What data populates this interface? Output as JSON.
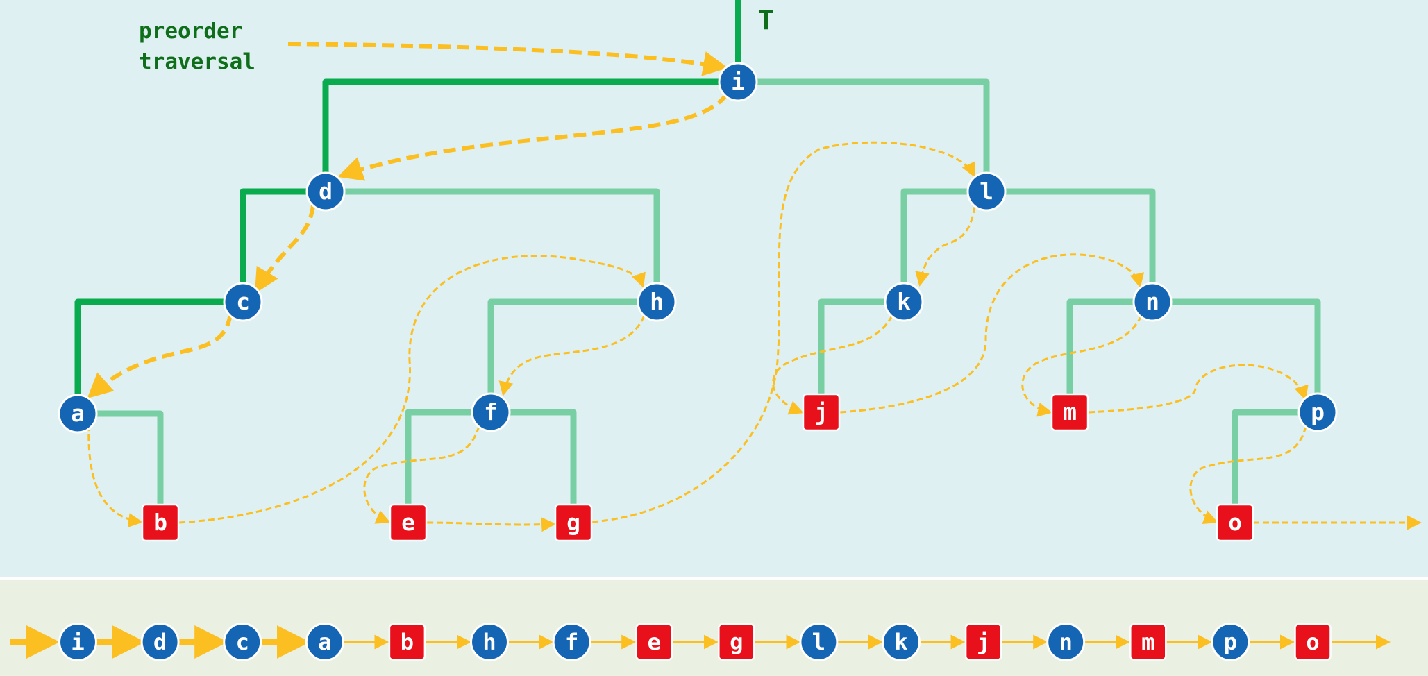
{
  "root_label": "T",
  "annotation": "preorder\ntraversal",
  "colors": {
    "background": "#dff0f2",
    "sequence_bg": "#eaf1e3",
    "internal_node": "#1565b5",
    "leaf_node": "#e8101a",
    "active_edge": "#0aab4e",
    "tree_edge": "#78cfa4",
    "traversal_arrow": "#fbbf22",
    "label_text": "#0f6e1a"
  },
  "nodes": [
    {
      "id": "i",
      "label": "i",
      "kind": "internal"
    },
    {
      "id": "d",
      "label": "d",
      "kind": "internal"
    },
    {
      "id": "l",
      "label": "l",
      "kind": "internal"
    },
    {
      "id": "c",
      "label": "c",
      "kind": "internal"
    },
    {
      "id": "h",
      "label": "h",
      "kind": "internal"
    },
    {
      "id": "k",
      "label": "k",
      "kind": "internal"
    },
    {
      "id": "n",
      "label": "n",
      "kind": "internal"
    },
    {
      "id": "a",
      "label": "a",
      "kind": "internal"
    },
    {
      "id": "f",
      "label": "f",
      "kind": "internal"
    },
    {
      "id": "p",
      "label": "p",
      "kind": "internal"
    },
    {
      "id": "b",
      "label": "b",
      "kind": "leaf"
    },
    {
      "id": "e",
      "label": "e",
      "kind": "leaf"
    },
    {
      "id": "g",
      "label": "g",
      "kind": "leaf"
    },
    {
      "id": "j",
      "label": "j",
      "kind": "leaf"
    },
    {
      "id": "m",
      "label": "m",
      "kind": "leaf"
    },
    {
      "id": "o",
      "label": "o",
      "kind": "leaf"
    }
  ],
  "edges": [
    {
      "parent": "i",
      "child": "d",
      "active": true
    },
    {
      "parent": "i",
      "child": "l",
      "active": false
    },
    {
      "parent": "d",
      "child": "c",
      "active": true
    },
    {
      "parent": "d",
      "child": "h",
      "active": false
    },
    {
      "parent": "c",
      "child": "a",
      "active": true
    },
    {
      "parent": "a",
      "child": "b",
      "active": false
    },
    {
      "parent": "h",
      "child": "f",
      "active": false
    },
    {
      "parent": "f",
      "child": "e",
      "active": false
    },
    {
      "parent": "f",
      "child": "g",
      "active": false
    },
    {
      "parent": "l",
      "child": "k",
      "active": false
    },
    {
      "parent": "l",
      "child": "n",
      "active": false
    },
    {
      "parent": "k",
      "child": "j",
      "active": false
    },
    {
      "parent": "n",
      "child": "m",
      "active": false
    },
    {
      "parent": "n",
      "child": "p",
      "active": false
    },
    {
      "parent": "p",
      "child": "o",
      "active": false
    }
  ],
  "sequence": [
    {
      "label": "i",
      "kind": "internal",
      "visited": true
    },
    {
      "label": "d",
      "kind": "internal",
      "visited": true
    },
    {
      "label": "c",
      "kind": "internal",
      "visited": true
    },
    {
      "label": "a",
      "kind": "internal",
      "visited": true
    },
    {
      "label": "b",
      "kind": "leaf",
      "visited": false
    },
    {
      "label": "h",
      "kind": "internal",
      "visited": false
    },
    {
      "label": "f",
      "kind": "internal",
      "visited": false
    },
    {
      "label": "e",
      "kind": "leaf",
      "visited": false
    },
    {
      "label": "g",
      "kind": "leaf",
      "visited": false
    },
    {
      "label": "l",
      "kind": "internal",
      "visited": false
    },
    {
      "label": "k",
      "kind": "internal",
      "visited": false
    },
    {
      "label": "j",
      "kind": "leaf",
      "visited": false
    },
    {
      "label": "n",
      "kind": "internal",
      "visited": false
    },
    {
      "label": "m",
      "kind": "leaf",
      "visited": false
    },
    {
      "label": "p",
      "kind": "internal",
      "visited": false
    },
    {
      "label": "o",
      "kind": "leaf",
      "visited": false
    }
  ]
}
